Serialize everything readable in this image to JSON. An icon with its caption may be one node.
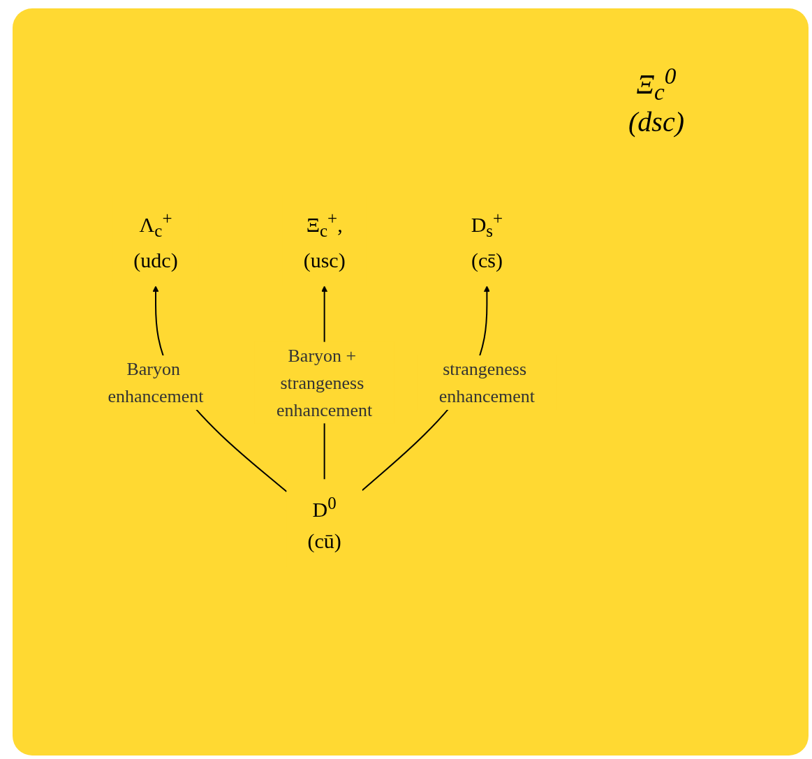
{
  "diagram": {
    "nodes": [
      {
        "text": [
          "Λ$_{c}$$^{+}$",
          "(udc)"
        ]
      },
      {
        "text": [
          "Ξ$_{c}$$^{+}$,",
          "(usc)"
        ]
      },
      {
        "text": [
          "D$^{0}$",
          "(cū)"
        ]
      },
      {
        "text": [
          "D$_{s}$$^{+}$",
          "(cs̄)"
        ]
      }
    ],
    "edges": [
      {
        "from": 2,
        "to": 0,
        "arrow": "to",
        "label": "Baryon enhancement"
      },
      {
        "from": 2,
        "to": 1,
        "arrow": "to",
        "label": "Baryon + strangeness enhancement"
      },
      {
        "from": 2,
        "to": 3,
        "arrow": "to",
        "label": "strangeness enhancement"
      }
    ],
    "labels": [
      "Ξ$_{c}$$^{0}$",
      "(dsc)"
    ]
  }
}
